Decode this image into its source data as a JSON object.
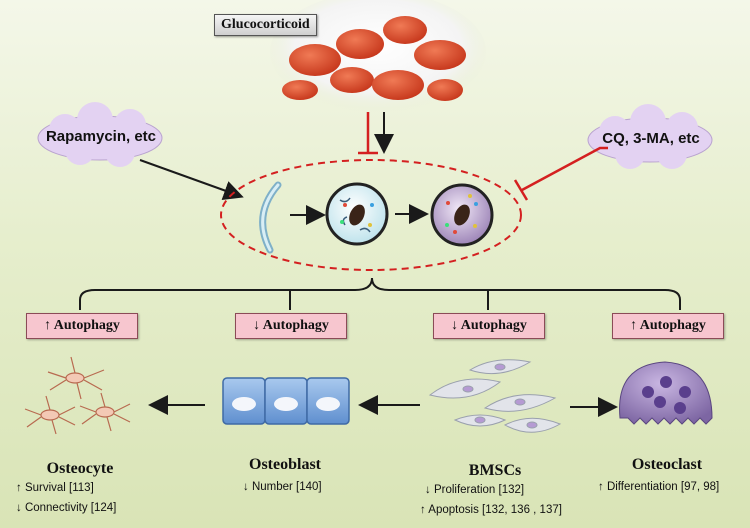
{
  "top_label": "Glucocorticoid",
  "left_cloud": "Rapamycin, etc",
  "right_cloud": "CQ, 3-MA, etc",
  "autophagy_labels": [
    "↑ Autophagy",
    "↓ Autophagy",
    "↓ Autophagy",
    "↑ Autophagy"
  ],
  "cells": {
    "osteocyte": {
      "title": "Osteocyte",
      "notes": [
        "↑ Survival [113]",
        "↓ Connectivity [124]"
      ]
    },
    "osteoblast": {
      "title": "Osteoblast",
      "notes": [
        "↓ Number [140]"
      ]
    },
    "bmscs": {
      "title": "BMSCs",
      "notes": [
        "↓ Proliferation [132]",
        "↑ Apoptosis [132, 136 , 137]"
      ]
    },
    "osteoclast": {
      "title": "Osteoclast",
      "notes": [
        "↑ Differentiation [97, 98]"
      ]
    }
  },
  "colors": {
    "inhibit": "#d42020",
    "arrow": "#1a1a1a",
    "cloud_fill": "#e3d2f2",
    "autophagy_box": "#f7c6cf"
  }
}
